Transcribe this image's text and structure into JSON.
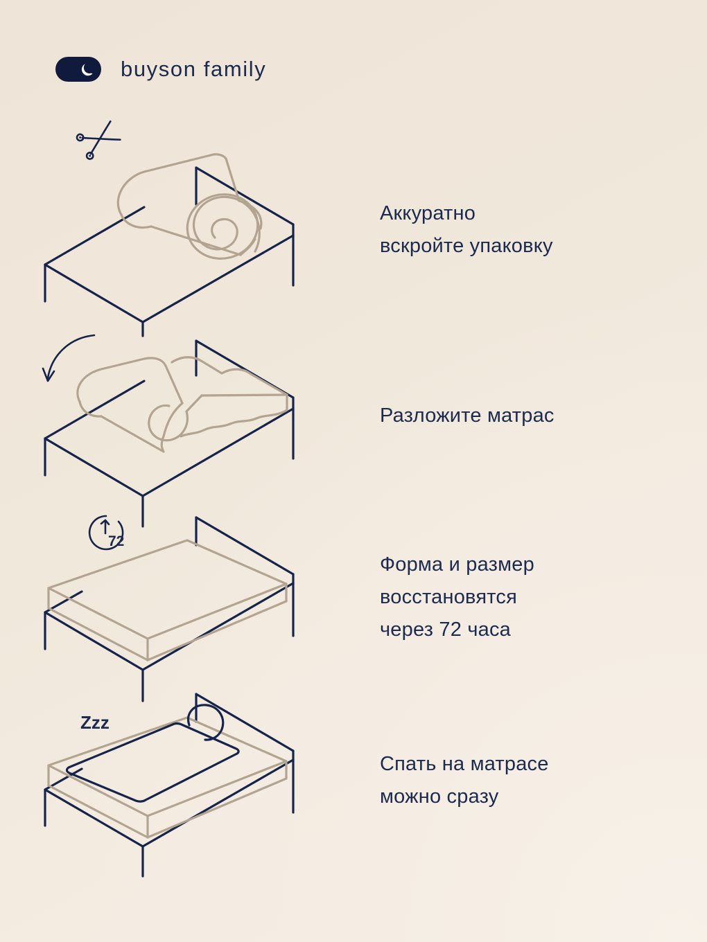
{
  "background": {
    "color_top": "#eee4d7",
    "color_bottom": "#f6efe6"
  },
  "colors": {
    "navy": "#16244b",
    "text_navy": "#1b2a4e",
    "taupe": "#b3a492",
    "logo_dark": "#101a3c",
    "moon_light": "#ffffff"
  },
  "header": {
    "brand_name": "buyson family",
    "mark_icon": "moon-icon"
  },
  "steps": [
    {
      "id": "step-1",
      "text": "Аккуратно\nвскройте упаковку",
      "illustration": "bed-with-rolled-mattress",
      "badge_icon": "scissors-icon",
      "badge_label": ""
    },
    {
      "id": "step-2",
      "text": "Разложите матрас",
      "illustration": "bed-with-unrolling-mattress",
      "badge_icon": "curved-arrow-icon",
      "badge_label": ""
    },
    {
      "id": "step-3",
      "text": "Форма и размер\nвосстановятся\nчерез 72 часа",
      "illustration": "bed-with-flat-mattress",
      "badge_icon": "clock-icon",
      "badge_label": "72"
    },
    {
      "id": "step-4",
      "text": "Спать на матрасе\nможно сразу",
      "illustration": "bed-made-with-pillow",
      "badge_icon": "sleep-icon",
      "badge_label": "Zzz"
    }
  ]
}
